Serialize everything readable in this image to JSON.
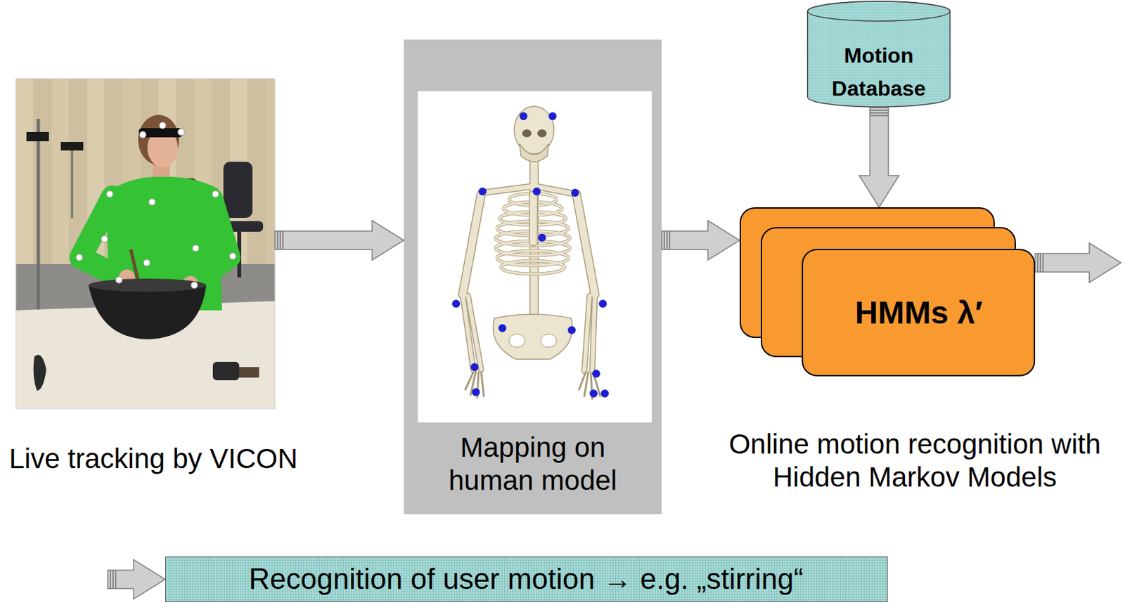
{
  "diagram": {
    "nodes": [
      {
        "text": [
          "Live tracking by VICON"
        ]
      },
      {
        "text": [
          "Mapping on human model"
        ]
      },
      {
        "text": [
          "Motion Database"
        ]
      },
      {
        "text": [
          "HMMs λ′",
          "Online motion recognition with Hidden Markov Models"
        ]
      },
      {
        "text": [
          "Recognition of user motion → e.g. „stirring“"
        ]
      }
    ],
    "edges": [
      {
        "from": 0,
        "to": 1,
        "arrow": "to"
      },
      {
        "from": 1,
        "to": 3,
        "arrow": "to"
      },
      {
        "from": 2,
        "to": 3,
        "arrow": "to"
      },
      {
        "from": 3,
        "to": 4,
        "arrow": "to"
      }
    ]
  }
}
